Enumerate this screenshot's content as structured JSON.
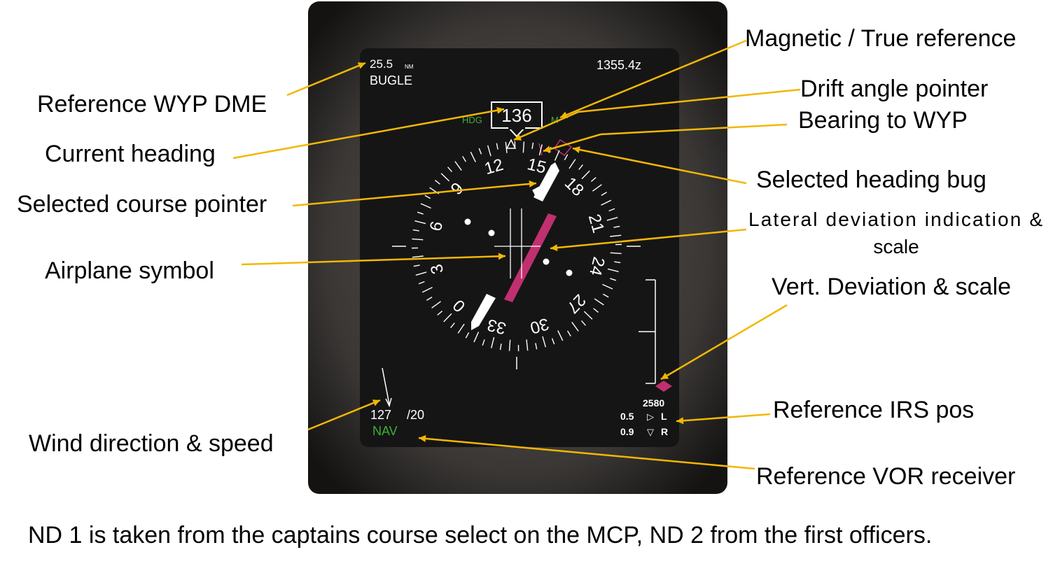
{
  "display": {
    "dme_value": "25.5",
    "dme_unit": "NM",
    "waypoint": "BUGLE",
    "time": "1355.4z",
    "hdg_label": "HDG",
    "heading_value": "136",
    "mag_ref": "M",
    "wind_dir": "127",
    "wind_speed": "/20",
    "source": "NAV",
    "vdev_value": "2580",
    "irs_1_value": "0.5",
    "irs_1_side": "L",
    "irs_2_value": "0.9",
    "irs_2_side": "R",
    "compass_labels": [
      "12",
      "15",
      "18",
      "21",
      "24",
      "27",
      "30",
      "33",
      "0",
      "3",
      "6",
      "9"
    ]
  },
  "callouts": {
    "ref_wyp_dme": "Reference WYP DME",
    "current_heading": "Current heading",
    "selected_course_pointer": "Selected course pointer",
    "airplane_symbol": "Airplane symbol",
    "wind": "Wind direction & speed",
    "mag_true": "Magnetic / True reference",
    "drift_angle": "Drift angle pointer",
    "bearing_wyp": "Bearing to WYP",
    "heading_bug": "Selected heading bug",
    "lateral_dev_1": "Lateral deviation indication &",
    "lateral_dev_2": "scale",
    "vert_dev": "Vert. Deviation & scale",
    "irs_pos": "Reference IRS pos",
    "vor_receiver": "Reference VOR receiver"
  },
  "caption": "ND 1 is taken from the captains course select on the MCP, ND 2 from the first officers.",
  "colors": {
    "bezel": "#2b2826",
    "screen": "#151515",
    "callout_line": "#f2b705",
    "magenta": "#c0306e",
    "green": "#3cb034"
  }
}
